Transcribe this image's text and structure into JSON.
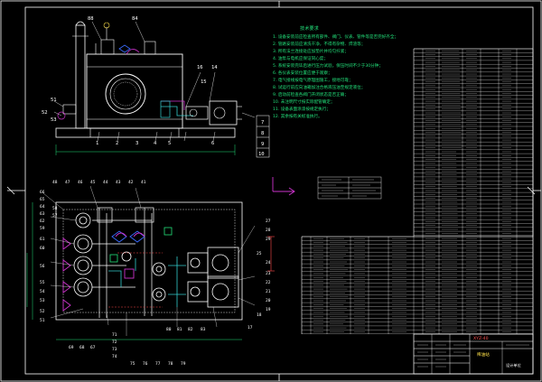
{
  "drawing": {
    "top_view_labels": [
      "88",
      "84",
      "16",
      "14",
      "15",
      "51",
      "52",
      "53",
      "1",
      "2",
      "3",
      "4",
      "5",
      "6",
      "7",
      "8",
      "9",
      "10"
    ],
    "plan_view_top_labels": [
      "48",
      "47",
      "46",
      "45",
      "44",
      "43",
      "42",
      "41"
    ],
    "plan_view_left_labels": [
      "66",
      "65",
      "64",
      "63",
      "62",
      "59",
      "58",
      "57",
      "61",
      "60",
      "56",
      "55",
      "54",
      "53",
      "52",
      "51"
    ],
    "plan_view_right_labels": [
      "27",
      "28",
      "29",
      "25",
      "24",
      "23",
      "22",
      "21",
      "20",
      "19",
      "18",
      "17"
    ],
    "plan_view_bottom_labels": [
      "69",
      "68",
      "67",
      "71",
      "72",
      "73",
      "74",
      "75",
      "76",
      "77",
      "78",
      "79",
      "80",
      "81",
      "82",
      "83"
    ],
    "notes_title": "技术要求",
    "notes": [
      "1. 设备安装前应检查所有部件、阀门、仪表、管件等是否完好齐全；",
      "2. 管路安装前应清洗干净，不得有杂物、焊渣等；",
      "3. 所有法兰连接处应加垫片并均匀拧紧；",
      "4. 油泵与电机应保证同心度；",
      "5. 系统安装完毕后进行压力试验，保压时间不少于30分钟；",
      "6. 各仪表安装位置应便于观察；",
      "7. 电气接线按电气原理图施工，接地可靠；",
      "8. 试运行前应向油箱加注合格液压油至规定液位；",
      "9. 启动前检查各阀门开闭状态是否正确；",
      "10. 未注明尺寸按实际配管确定；",
      "11. 设备表面涂漆按规定执行；",
      "12. 其余按有关标准执行。"
    ],
    "title_block_name": "稀油站",
    "title_block_drawing_no": "XYZ-40",
    "title_block_company": "设计单位"
  },
  "colors": {
    "background": "#000000",
    "line_white": "#ffffff",
    "line_green": "#22e07a",
    "line_magenta": "#cc33cc",
    "line_cyan": "#33cccc",
    "line_yellow": "#ffe14a",
    "line_red": "#ff4a4a",
    "line_blue": "#3a6bff"
  }
}
